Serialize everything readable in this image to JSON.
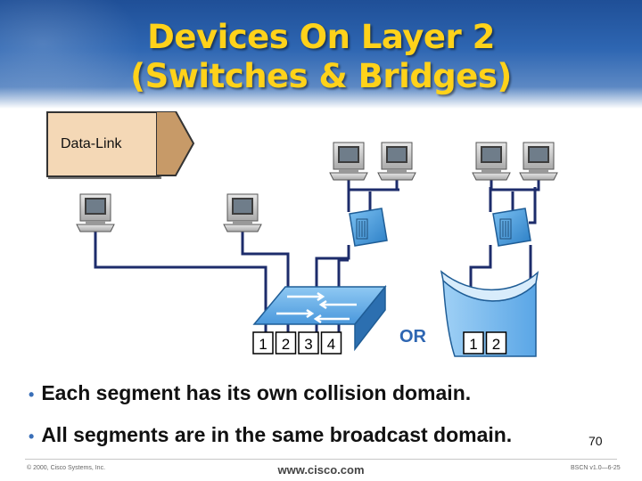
{
  "title": {
    "line1": "Devices On Layer 2",
    "line2": "(Switches & Bridges)"
  },
  "layer_label": "Data-Link",
  "diagram": {
    "switch_ports": [
      "1",
      "2",
      "3",
      "4"
    ],
    "or_label": "OR",
    "bridge_ports": [
      "1",
      "2"
    ]
  },
  "bullets": [
    "Each segment has its own collision domain.",
    "All segments are in the same broadcast domain."
  ],
  "page_number": "70",
  "footer": {
    "copyright": "© 2000, Cisco Systems, Inc.",
    "url": "www.cisco.com",
    "course_code": "BSCN v1.0—6-25"
  },
  "colors": {
    "title": "#ffd21a",
    "header_blue": "#2e66b2",
    "cable": "#1d2c6b",
    "device_blue": "#5aa6e6",
    "layer_tab": "#f4d8b6"
  }
}
